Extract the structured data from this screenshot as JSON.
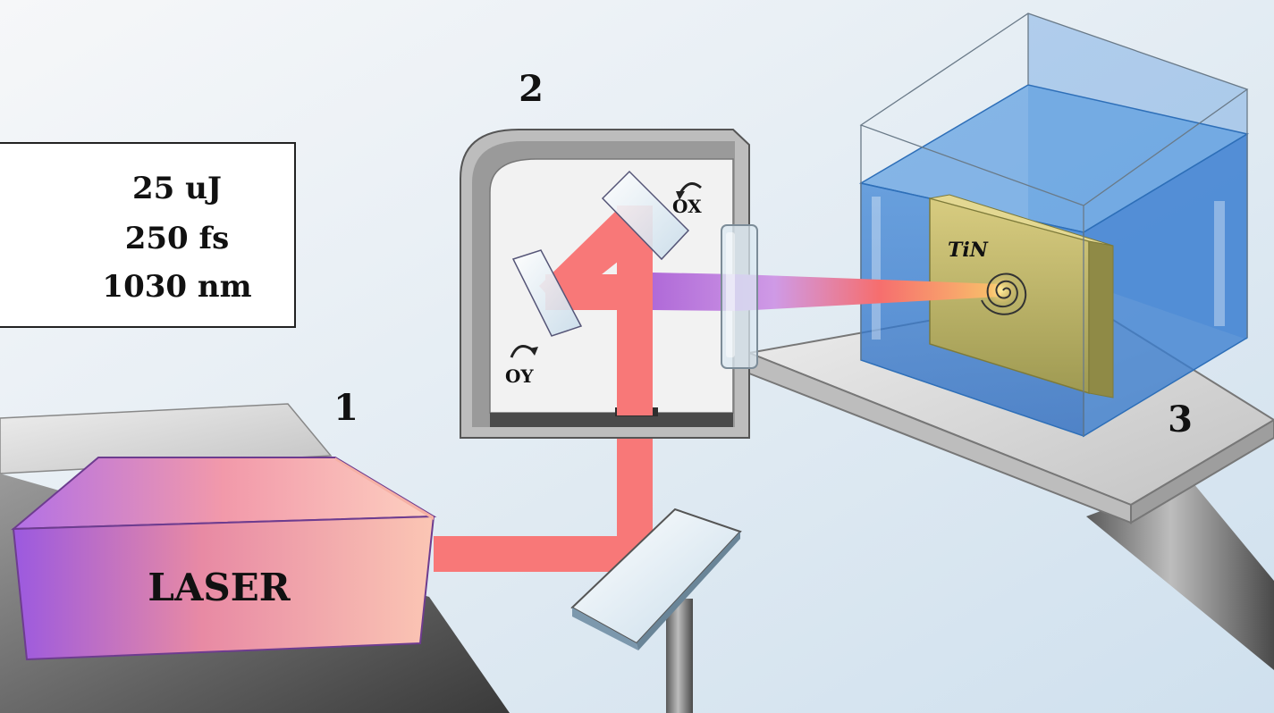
{
  "specs": {
    "energy": "25 uJ",
    "duration": "250 fs",
    "wavelength": "1030 nm"
  },
  "labels": {
    "laser_stage": "1",
    "scanner_stage": "2",
    "sample_stage": "3",
    "laser": "LASER",
    "rot_x": "OX",
    "rot_y": "OY",
    "sample": "TiN"
  },
  "colors": {
    "beam": "#f87878",
    "water": "#3f86d6",
    "sample": "#b9ad63",
    "laser_violet": "#9b59e0",
    "laser_peach": "#fbc6b4"
  }
}
